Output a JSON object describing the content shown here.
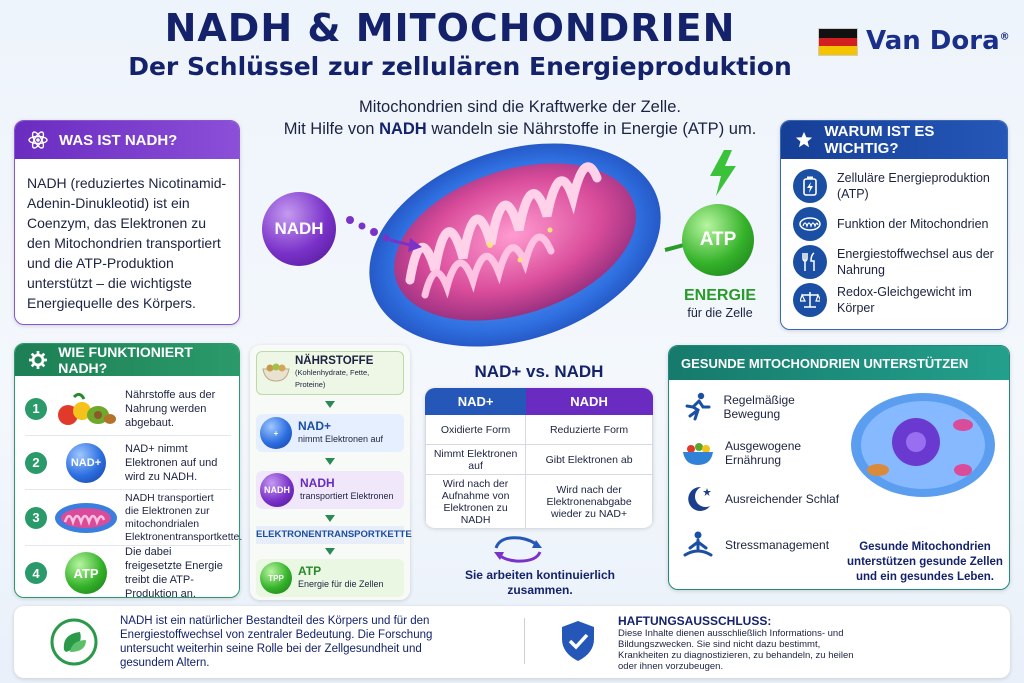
{
  "header": {
    "title": "NADH & MITOCHONDRIEN",
    "subtitle": "Der Schlüssel zur zellulären Energieproduktion",
    "brand": "Van Dora",
    "brand_mark": "®"
  },
  "intro": {
    "line1": "Mitochondrien sind die Kraftwerke der Zelle.",
    "line2_a": "Mit Hilfe von ",
    "line2_b": "NADH",
    "line2_c": " wandeln sie Nährstoffe in Energie (ATP) um."
  },
  "what_is": {
    "title": "WAS IST NADH?",
    "text": "NADH (reduziertes Nicotinamid-Adenin-Dinukleotid) ist ein Coenzym, das Elektronen zu den Mitochondrien transportiert und die ATP-Produktion unterstützt – die wichtigste Energiequelle des Körpers."
  },
  "center": {
    "nadh_label": "NADH",
    "atp_label": "ATP",
    "energy_label": "ENERGIE",
    "energy_sub": "für die Zelle"
  },
  "why": {
    "title": "WARUM IST ES WICHTIG?",
    "items": [
      {
        "label": "Zelluläre Energieproduktion (ATP)",
        "icon": "battery-icon"
      },
      {
        "label": "Funktion der Mitochondrien",
        "icon": "mitochondria-icon"
      },
      {
        "label": "Energiestoffwechsel aus der Nahrung",
        "icon": "cutlery-icon"
      },
      {
        "label": "Redox-Gleichgewicht im Körper",
        "icon": "scale-icon"
      }
    ]
  },
  "how": {
    "title": "WIE FUNKTIONIERT NADH?",
    "steps": [
      {
        "num": "1",
        "text": "Nährstoffe aus der Nahrung werden abgebaut."
      },
      {
        "num": "2",
        "text": "NAD+ nimmt Elektronen auf und wird zu NADH.",
        "sphere": "NAD+"
      },
      {
        "num": "3",
        "text": "NADH transportiert die Elektronen zur mitochondrialen Elektronentransportkette."
      },
      {
        "num": "4",
        "text": "Die dabei freigesetzte Energie treibt die ATP-Produktion an.",
        "sphere": "ATP"
      }
    ]
  },
  "flow": {
    "nutrients_title": "NÄHRSTOFFE",
    "nutrients_sub": "(Kohlenhydrate, Fette, Proteine)",
    "nad_title": "NAD+",
    "nad_sub": "nimmt Elektronen auf",
    "nadh_title": "NADH",
    "nadh_sub": "transportiert Elektronen",
    "etc": "ELEKTRONENTRANSPORTKETTE",
    "atp_title": "ATP",
    "atp_sub": "Energie für die Zellen",
    "atp_sphere": "TPP"
  },
  "compare": {
    "title": "NAD+ vs. NADH",
    "col1": "NAD+",
    "col2": "NADH",
    "rows": [
      [
        "Oxidierte Form",
        "Reduzierte Form"
      ],
      [
        "Nimmt Elektronen auf",
        "Gibt Elektronen ab"
      ],
      [
        "Wird nach der Aufnahme von Elektronen zu NADH",
        "Wird nach der Elektronenabgabe wieder zu NAD+"
      ]
    ],
    "footer": "Sie arbeiten kontinuierlich zusammen."
  },
  "support": {
    "title": "GESUNDE MITOCHONDRIEN UNTERSTÜTZEN",
    "items": [
      {
        "label": "Regelmäßige Bewegung",
        "icon": "running-icon"
      },
      {
        "label": "Ausgewogene Ernährung",
        "icon": "salad-bowl-icon"
      },
      {
        "label": "Ausreichender Schlaf",
        "icon": "moon-icon"
      },
      {
        "label": "Stressmanagement",
        "icon": "meditation-icon"
      }
    ],
    "caption": "Gesunde Mitochondrien unterstützen gesunde Zellen und ein gesundes Leben."
  },
  "footer": {
    "left_text": "NADH ist ein natürlicher Bestandteil des Körpers und für den Energiestoffwechsel von zentraler Bedeutung. Die Forschung untersucht weiterhin seine Rolle bei der Zellgesundheit und gesundem Altern.",
    "disclaimer_title": "HAFTUNGSAUSSCHLUSS:",
    "disclaimer_text": "Diese Inhalte dienen ausschließlich Informations- und Bildungszwecken. Sie sind nicht dazu bestimmt, Krankheiten zu diagnostizieren, zu behandeln, zu heilen oder ihnen vorzubeugen."
  },
  "colors": {
    "navy": "#14226b",
    "purple": "#7a32c9",
    "blue": "#1a4fa3",
    "green": "#2b9a6a",
    "teal": "#1f8a7a"
  }
}
